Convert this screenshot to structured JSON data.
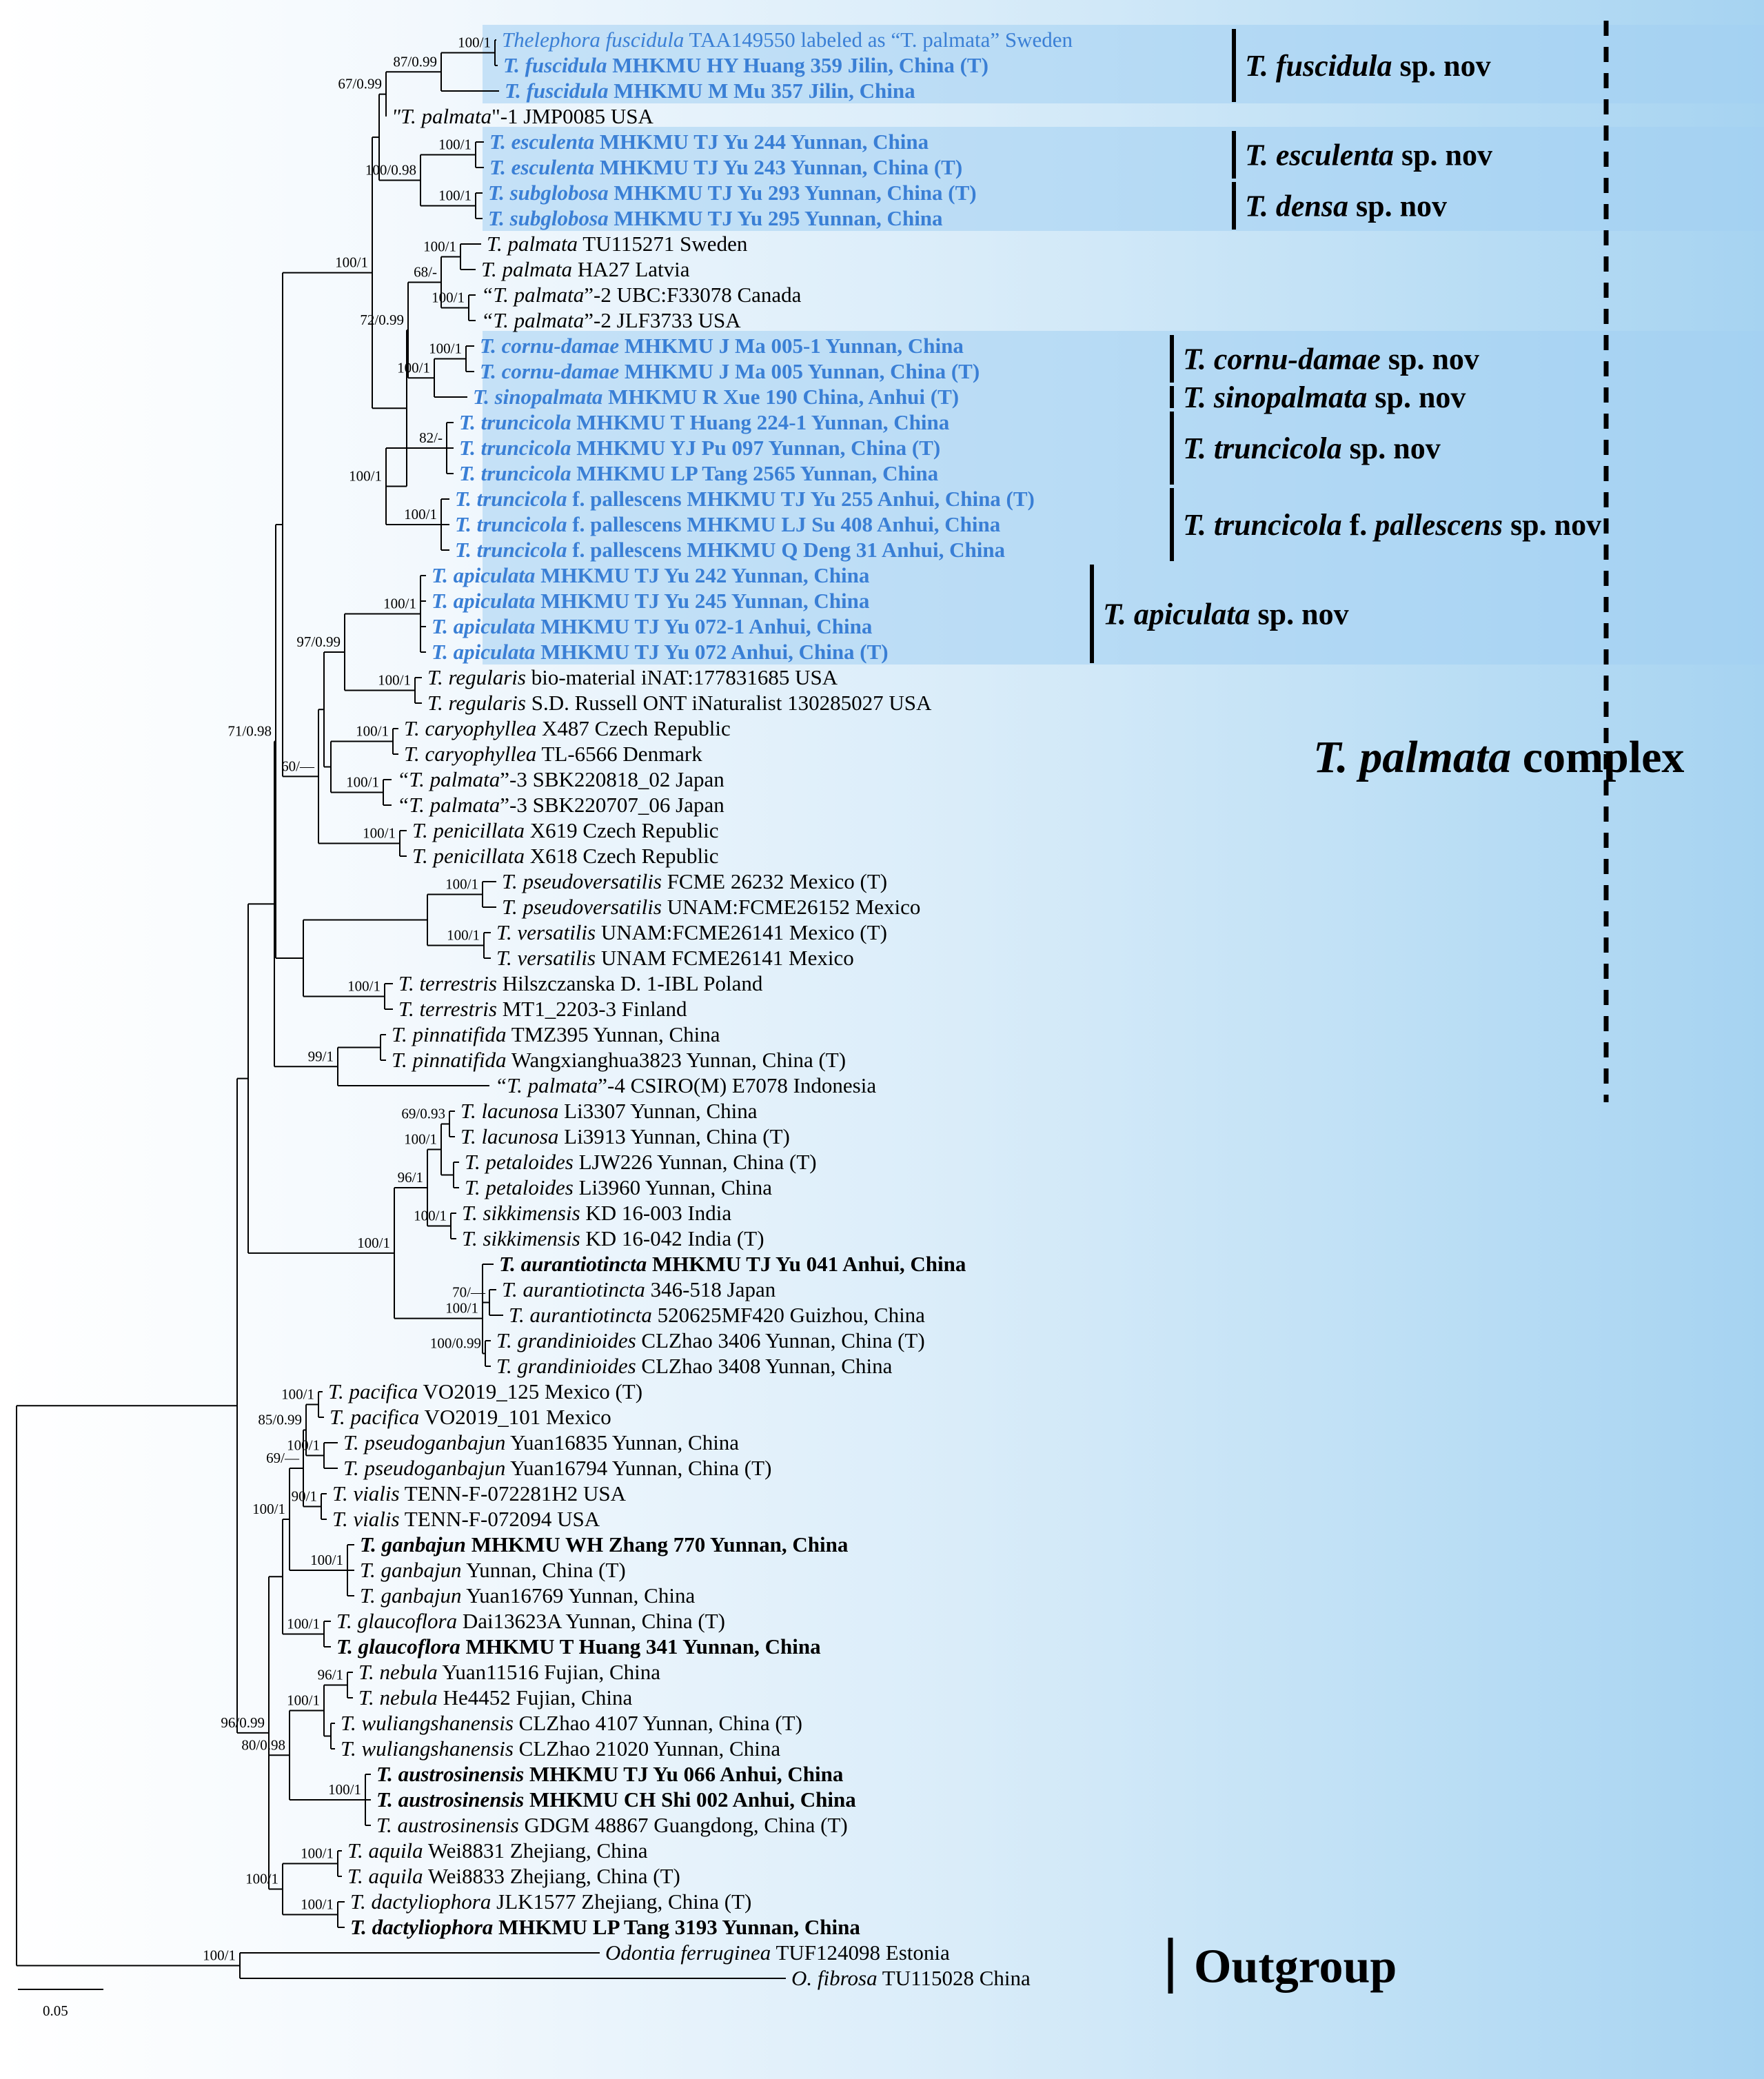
{
  "colors": {
    "new_species": "#3a7fd5",
    "normal": "#000000",
    "highlight": "#a3cff2",
    "branch": "#000000"
  },
  "scale_bar": {
    "label": "0.05"
  },
  "complex_label": {
    "italic": "T. palmata",
    "rest": " complex"
  },
  "outgroup_label": "Outgroup",
  "leaves": [
    {
      "id": 0,
      "italic": "Thelephora fuscidula",
      "rest": " TAA149550 labeled as “T. palmata” Sweden",
      "blue": true,
      "bold": false
    },
    {
      "id": 1,
      "italic": "T. fuscidula",
      "rest": " MHKMU HY Huang 359 Jilin, China (T)",
      "blue": true,
      "bold": true
    },
    {
      "id": 2,
      "italic": "T. fuscidula",
      "rest": " MHKMU M Mu 357 Jilin, China",
      "blue": true,
      "bold": true
    },
    {
      "id": 3,
      "italic": "\"T. palmata",
      "rest": "\"-1 JMP0085 USA",
      "blue": false,
      "bold": false
    },
    {
      "id": 4,
      "italic": "T. esculenta",
      "rest": " MHKMU TJ Yu 244 Yunnan, China",
      "blue": true,
      "bold": true
    },
    {
      "id": 5,
      "italic": "T. esculenta",
      "rest": " MHKMU TJ Yu 243 Yunnan, China (T)",
      "blue": true,
      "bold": true
    },
    {
      "id": 6,
      "italic": "T. subglobosa",
      "rest": " MHKMU TJ Yu 293 Yunnan, China (T)",
      "blue": true,
      "bold": true
    },
    {
      "id": 7,
      "italic": "T. subglobosa",
      "rest": " MHKMU TJ Yu 295 Yunnan, China",
      "blue": true,
      "bold": true
    },
    {
      "id": 8,
      "italic": "T. palmata",
      "rest": " TU115271 Sweden",
      "blue": false,
      "bold": false
    },
    {
      "id": 9,
      "italic": "T. palmata",
      "rest": " HA27 Latvia",
      "blue": false,
      "bold": false
    },
    {
      "id": 10,
      "italic": "“T. palmata",
      "rest": "”-2 UBC:F33078  Canada",
      "blue": false,
      "bold": false
    },
    {
      "id": 11,
      "italic": "“T. palmata",
      "rest": "”-2 JLF3733 USA",
      "blue": false,
      "bold": false
    },
    {
      "id": 12,
      "italic": "T. cornu-damae",
      "rest": " MHKMU J Ma 005-1 Yunnan, China",
      "blue": true,
      "bold": true
    },
    {
      "id": 13,
      "italic": "T. cornu-damae",
      "rest": " MHKMU J Ma 005 Yunnan, China (T)",
      "blue": true,
      "bold": true
    },
    {
      "id": 14,
      "italic": "T. sinopalmata",
      "rest": " MHKMU R Xue 190 China, Anhui (T)",
      "blue": true,
      "bold": true
    },
    {
      "id": 15,
      "italic": "T. truncicola",
      "rest": " MHKMU T Huang 224-1 Yunnan, China",
      "blue": true,
      "bold": true
    },
    {
      "id": 16,
      "italic": "T. truncicola",
      "rest": " MHKMU YJ Pu 097 Yunnan, China (T)",
      "blue": true,
      "bold": true
    },
    {
      "id": 17,
      "italic": "T. truncicola",
      "rest": " MHKMU LP Tang 2565 Yunnan, China",
      "blue": true,
      "bold": true
    },
    {
      "id": 18,
      "italic": "T. truncicola",
      "rest": " f. pallescens MHKMU TJ Yu 255 Anhui, China (T)",
      "blue": true,
      "bold": true
    },
    {
      "id": 19,
      "italic": "T. truncicola",
      "rest": " f. pallescens MHKMU LJ Su 408 Anhui, China",
      "blue": true,
      "bold": true
    },
    {
      "id": 20,
      "italic": "T. truncicola",
      "rest": " f. pallescens MHKMU Q Deng 31 Anhui, China",
      "blue": true,
      "bold": true
    },
    {
      "id": 21,
      "italic": "T. apiculata",
      "rest": " MHKMU TJ Yu 242 Yunnan, China",
      "blue": true,
      "bold": true
    },
    {
      "id": 22,
      "italic": "T. apiculata",
      "rest": " MHKMU TJ Yu 245 Yunnan, China",
      "blue": true,
      "bold": true
    },
    {
      "id": 23,
      "italic": "T. apiculata",
      "rest": " MHKMU TJ Yu 072-1 Anhui, China",
      "blue": true,
      "bold": true
    },
    {
      "id": 24,
      "italic": "T. apiculata",
      "rest": " MHKMU TJ Yu 072 Anhui, China (T)",
      "blue": true,
      "bold": true
    },
    {
      "id": 25,
      "italic": "T. regularis",
      "rest": " bio-material iNAT:177831685 USA",
      "blue": false,
      "bold": false
    },
    {
      "id": 26,
      "italic": "T. regularis",
      "rest": " S.D. Russell ONT iNaturalist 130285027 USA",
      "blue": false,
      "bold": false
    },
    {
      "id": 27,
      "italic": "T. caryophyllea",
      "rest": " X487 Czech Republic",
      "blue": false,
      "bold": false
    },
    {
      "id": 28,
      "italic": "T. caryophyllea",
      "rest": " TL-6566 Denmark",
      "blue": false,
      "bold": false
    },
    {
      "id": 29,
      "italic": "“T. palmata",
      "rest": "”-3 SBK220818_02 Japan",
      "blue": false,
      "bold": false
    },
    {
      "id": 30,
      "italic": "“T. palmata",
      "rest": "”-3 SBK220707_06 Japan",
      "blue": false,
      "bold": false
    },
    {
      "id": 31,
      "italic": "T. penicillata",
      "rest": " X619 Czech Republic",
      "blue": false,
      "bold": false
    },
    {
      "id": 32,
      "italic": "T. penicillata",
      "rest": " X618 Czech Republic",
      "blue": false,
      "bold": false
    },
    {
      "id": 33,
      "italic": "T. pseudoversatilis",
      "rest": " FCME 26232 Mexico (T)",
      "blue": false,
      "bold": false
    },
    {
      "id": 34,
      "italic": "T. pseudoversatilis",
      "rest": " UNAM:FCME26152 Mexico",
      "blue": false,
      "bold": false
    },
    {
      "id": 35,
      "italic": "T. versatilis",
      "rest": " UNAM:FCME26141 Mexico (T)",
      "blue": false,
      "bold": false
    },
    {
      "id": 36,
      "italic": "T. versatilis",
      "rest": " UNAM FCME26141 Mexico",
      "blue": false,
      "bold": false
    },
    {
      "id": 37,
      "italic": "T. terrestris",
      "rest": " Hilszczanska D. 1-IBL Poland",
      "blue": false,
      "bold": false
    },
    {
      "id": 38,
      "italic": "T. terrestris",
      "rest": " MT1_2203-3  Finland",
      "blue": false,
      "bold": false
    },
    {
      "id": 39,
      "italic": "T. pinnatifida",
      "rest": " TMZ395  Yunnan, China",
      "blue": false,
      "bold": false
    },
    {
      "id": 40,
      "italic": "T. pinnatifida",
      "rest": " Wangxianghua3823  Yunnan, China (T)",
      "blue": false,
      "bold": false
    },
    {
      "id": 41,
      "italic": "“T. palmata",
      "rest": "”-4 CSIRO(M) E7078 Indonesia",
      "blue": false,
      "bold": false
    },
    {
      "id": 42,
      "italic": "T. lacunosa",
      "rest": " Li3307 Yunnan, China",
      "blue": false,
      "bold": false
    },
    {
      "id": 43,
      "italic": "T. lacunosa",
      "rest": " Li3913 Yunnan, China (T)",
      "blue": false,
      "bold": false
    },
    {
      "id": 44,
      "italic": "T. petaloides",
      "rest": " LJW226 Yunnan, China (T)",
      "blue": false,
      "bold": false
    },
    {
      "id": 45,
      "italic": "T. petaloides",
      "rest": " Li3960  Yunnan, China",
      "blue": false,
      "bold": false
    },
    {
      "id": 46,
      "italic": "T. sikkimensis",
      "rest": " KD 16-003 India",
      "blue": false,
      "bold": false
    },
    {
      "id": 47,
      "italic": "T. sikkimensis",
      "rest": " KD 16-042 India (T)",
      "blue": false,
      "bold": false
    },
    {
      "id": 48,
      "italic": "T. aurantiotincta",
      "rest": " MHKMU TJ Yu 041 Anhui, China",
      "blue": false,
      "bold": true
    },
    {
      "id": 49,
      "italic": "T. aurantiotincta",
      "rest": " 346-518 Japan",
      "blue": false,
      "bold": false
    },
    {
      "id": 50,
      "italic": "T. aurantiotincta",
      "rest": " 520625MF420 Guizhou, China",
      "blue": false,
      "bold": false
    },
    {
      "id": 51,
      "italic": "T. grandinioides",
      "rest": " CLZhao 3406 Yunnan, China (T)",
      "blue": false,
      "bold": false
    },
    {
      "id": 52,
      "italic": "T. grandinioides",
      "rest": " CLZhao 3408 Yunnan, China",
      "blue": false,
      "bold": false
    },
    {
      "id": 53,
      "italic": "T. pacifica",
      "rest": " VO2019_125 Mexico (T)",
      "blue": false,
      "bold": false
    },
    {
      "id": 54,
      "italic": "T. pacifica",
      "rest": " VO2019_101 Mexico",
      "blue": false,
      "bold": false
    },
    {
      "id": 55,
      "italic": "T. pseudoganbajun",
      "rest": " Yuan16835 Yunnan, China",
      "blue": false,
      "bold": false
    },
    {
      "id": 56,
      "italic": "T. pseudoganbajun",
      "rest": " Yuan16794 Yunnan, China (T)",
      "blue": false,
      "bold": false
    },
    {
      "id": 57,
      "italic": "T. vialis",
      "rest": " TENN-F-072281H2 USA",
      "blue": false,
      "bold": false
    },
    {
      "id": 58,
      "italic": "T. vialis",
      "rest": " TENN-F-072094 USA",
      "blue": false,
      "bold": false
    },
    {
      "id": 59,
      "italic": "T. ganbajun",
      "rest": " MHKMU WH Zhang 770 Yunnan, China",
      "blue": false,
      "bold": true
    },
    {
      "id": 60,
      "italic": "T. ganbajun",
      "rest": " Yunnan, China (T)",
      "blue": false,
      "bold": false
    },
    {
      "id": 61,
      "italic": "T. ganbajun",
      "rest": " Yuan16769 Yunnan, China",
      "blue": false,
      "bold": false
    },
    {
      "id": 62,
      "italic": "T. glaucoflora",
      "rest": " Dai13623A Yunnan, China (T)",
      "blue": false,
      "bold": false
    },
    {
      "id": 63,
      "italic": "T. glaucoflora",
      "rest": " MHKMU T Huang 341 Yunnan, China",
      "blue": false,
      "bold": true
    },
    {
      "id": 64,
      "italic": "T. nebula",
      "rest": " Yuan11516 Fujian, China",
      "blue": false,
      "bold": false
    },
    {
      "id": 65,
      "italic": "T. nebula",
      "rest": " He4452 Fujian, China",
      "blue": false,
      "bold": false
    },
    {
      "id": 66,
      "italic": "T. wuliangshanensis",
      "rest": " CLZhao 4107 Yunnan, China (T)",
      "blue": false,
      "bold": false
    },
    {
      "id": 67,
      "italic": "T. wuliangshanensis",
      "rest": " CLZhao 21020 Yunnan, China",
      "blue": false,
      "bold": false
    },
    {
      "id": 68,
      "italic": "T. austrosinensis",
      "rest": " MHKMU TJ Yu 066 Anhui, China",
      "blue": false,
      "bold": true
    },
    {
      "id": 69,
      "italic": "T. austrosinensis",
      "rest": " MHKMU CH Shi 002 Anhui, China",
      "blue": false,
      "bold": true
    },
    {
      "id": 70,
      "italic": "T. austrosinensis",
      "rest": " GDGM 48867 Guangdong, China (T)",
      "blue": false,
      "bold": false
    },
    {
      "id": 71,
      "italic": "T. aquila",
      "rest": " Wei8831 Zhejiang, China",
      "blue": false,
      "bold": false
    },
    {
      "id": 72,
      "italic": "T. aquila",
      "rest": " Wei8833 Zhejiang, China (T)",
      "blue": false,
      "bold": false
    },
    {
      "id": 73,
      "italic": "T. dactyliophora",
      "rest": " JLK1577 Zhejiang, China (T)",
      "blue": false,
      "bold": false
    },
    {
      "id": 74,
      "italic": "T. dactyliophora",
      "rest": " MHKMU LP Tang 3193 Yunnan, China",
      "blue": false,
      "bold": true
    },
    {
      "id": 75,
      "italic": "Odontia ferruginea",
      "rest": " TUF124098 Estonia",
      "blue": false,
      "bold": false
    },
    {
      "id": 76,
      "italic": "O. fibrosa",
      "rest": " TU115028 China",
      "blue": false,
      "bold": false
    }
  ],
  "clade_labels": [
    {
      "italic": "T. fuscidula",
      "rest": " sp. nov"
    },
    {
      "italic": "T. esculenta",
      "rest": " sp. nov"
    },
    {
      "italic": "T. densa",
      "rest": " sp. nov"
    },
    {
      "italic": "T. cornu-damae",
      "rest": " sp. nov"
    },
    {
      "italic": "T. sinopalmata",
      "rest": " sp. nov"
    },
    {
      "italic": "T. truncicola",
      "rest": " sp. nov"
    },
    {
      "italic": "T. truncicola",
      "rest": " f. ",
      "italic2": "pallescens",
      "rest2": " sp. nov"
    },
    {
      "italic": "T. apiculata",
      "rest": " sp. nov"
    }
  ],
  "supports": [
    "100/1",
    "87/0.99",
    "67/0.99",
    "100/0.98",
    "100/1",
    "100/1",
    "100/1",
    "100/1",
    "68/-",
    "72/0.99",
    "100/1",
    "100/1",
    "100/1",
    "82/-",
    "100/1",
    "100/1",
    "97/0.99",
    "100/1",
    "100/1",
    "60/—",
    "100/1",
    "100/1",
    "100/1",
    "100/1",
    "100/1",
    "71/0.98",
    "100/1",
    "99/1",
    "69/0.93",
    "100/1",
    "96/1",
    "100/1",
    "100/1",
    "70/—",
    "100/1",
    "100/0.99",
    "100/1",
    "85/0.99",
    "100/1",
    "69/—",
    "90/1",
    "100/1",
    "100/1",
    "100/1",
    "96/1",
    "100/1",
    "80/0.98",
    "96/0.99",
    "100/1",
    "100/1",
    "100/1",
    "100/1",
    "100/1"
  ]
}
